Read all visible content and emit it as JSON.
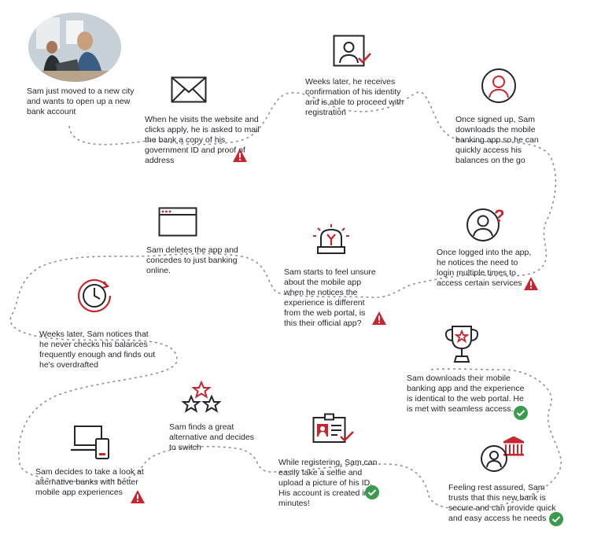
{
  "colors": {
    "accent_red": "#c8262f",
    "ink": "#23272d",
    "path": "#8d939a",
    "success_green": "#3a9b4d"
  },
  "photo": {
    "alt": "photo-of-sam-at-laptop"
  },
  "steps": [
    {
      "id": "s1",
      "text": "Sam just moved to a new city and wants to open up a new bank account",
      "status": "none"
    },
    {
      "id": "s2",
      "icon": "envelope-icon",
      "text": "When he visits the website and clicks apply, he is asked to mail the bank a copy of his government ID and proof of address",
      "status": "warning"
    },
    {
      "id": "s3",
      "icon": "identity-check-icon",
      "text": "Weeks later, he receives confirmation of his identity and is able to proceed with registration",
      "status": "none"
    },
    {
      "id": "s4",
      "icon": "user-circle-icon",
      "text": "Once signed up, Sam downloads the mobile banking app so he can quickly access his balances on the go",
      "status": "none"
    },
    {
      "id": "s5",
      "icon": "user-question-icon",
      "text": "Once logged into the app, he notices the need to login multiple times to access certain services",
      "status": "warning"
    },
    {
      "id": "s6",
      "icon": "alarm-siren-icon",
      "text": "Sam starts to feel unsure about the mobile app when he notices the experience is different from the web portal, is this their official app?",
      "status": "warning"
    },
    {
      "id": "s7",
      "icon": "browser-window-icon",
      "text": "Sam deletes the app and concedes to just banking online.",
      "status": "none"
    },
    {
      "id": "s8",
      "icon": "clock-icon",
      "text": "Weeks later, Sam notices that he never checks his balances frequently enough and finds out he's overdrafted",
      "status": "none"
    },
    {
      "id": "s9",
      "icon": "devices-icon",
      "text": "Sam decides to take a look at alternative banks with better mobile app experiences",
      "status": "warning"
    },
    {
      "id": "s10",
      "icon": "stars-icon",
      "text": "Sam finds a great alternative and decides to switch",
      "status": "none"
    },
    {
      "id": "s11",
      "icon": "id-card-icon",
      "text": "While registering, Sam can easily take a selfie and upload a picture of his ID. His account is created in minutes!",
      "status": "success"
    },
    {
      "id": "s12",
      "icon": "user-bank-icon",
      "text": "Feeling rest assured, Sam trusts that this new bank is secure and can provide quick and easy access he needs",
      "status": "success"
    },
    {
      "id": "s13",
      "icon": "trophy-icon",
      "text": "Sam downloads their mobile banking app and the experience is identical to the web portal. He is met with seamless access.",
      "status": "success"
    }
  ]
}
